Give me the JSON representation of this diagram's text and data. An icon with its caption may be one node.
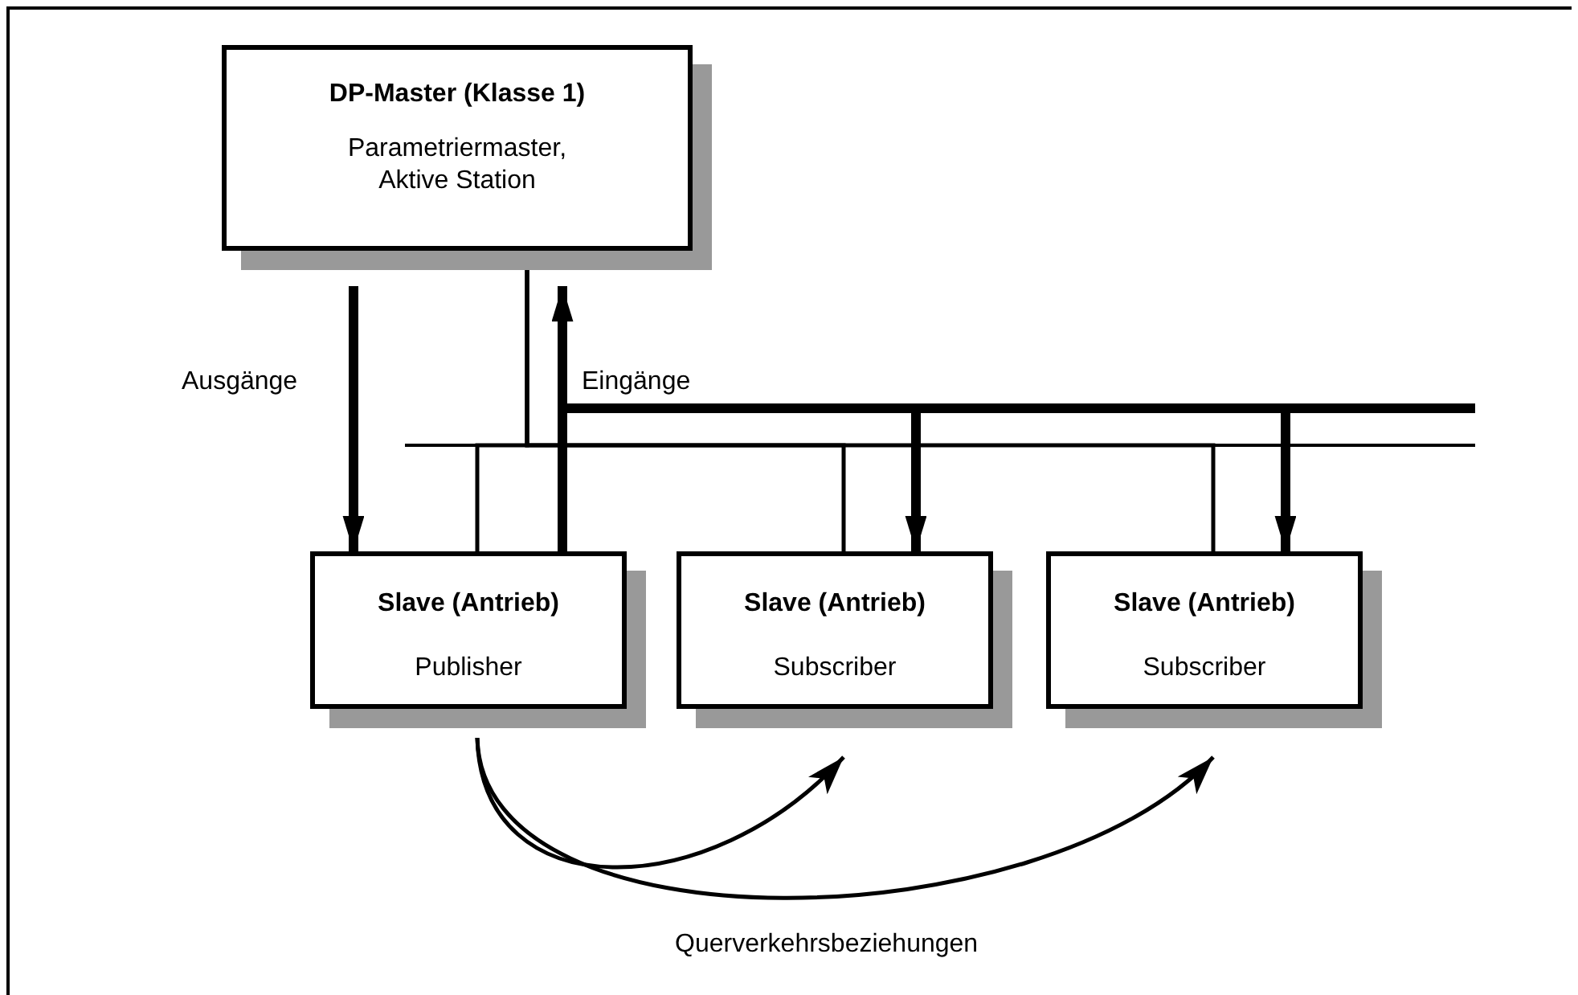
{
  "diagram": {
    "nodes": [
      {
        "text": [
          "DP-Master (Klasse 1)",
          "Parametriermaster, Aktive Station"
        ]
      },
      {
        "text": [
          "Slave (Antrieb)",
          "Publisher"
        ]
      },
      {
        "text": [
          "Slave (Antrieb)",
          "Subscriber"
        ]
      },
      {
        "text": [
          "Slave (Antrieb)",
          "Subscriber"
        ]
      }
    ],
    "edges": [
      {
        "from": 0,
        "to": 1,
        "arrow": "to",
        "label": "Ausgänge",
        "style": "thick"
      },
      {
        "from": 1,
        "to": 0,
        "arrow": "to",
        "label": "Eingänge",
        "style": "thick"
      },
      {
        "from": 1,
        "to": 2,
        "arrow": "to",
        "style": "thick"
      },
      {
        "from": 1,
        "to": 3,
        "arrow": "to",
        "style": "thick"
      },
      {
        "from": 0,
        "to": 1,
        "arrow": "none"
      },
      {
        "from": 0,
        "to": 2,
        "arrow": "none"
      },
      {
        "from": 0,
        "to": 3,
        "arrow": "none"
      },
      {
        "from": 1,
        "to": 2,
        "arrow": "to"
      },
      {
        "from": 1,
        "to": 3,
        "arrow": "to"
      }
    ],
    "labels": [
      "Querverkehrsbeziehungen"
    ]
  }
}
